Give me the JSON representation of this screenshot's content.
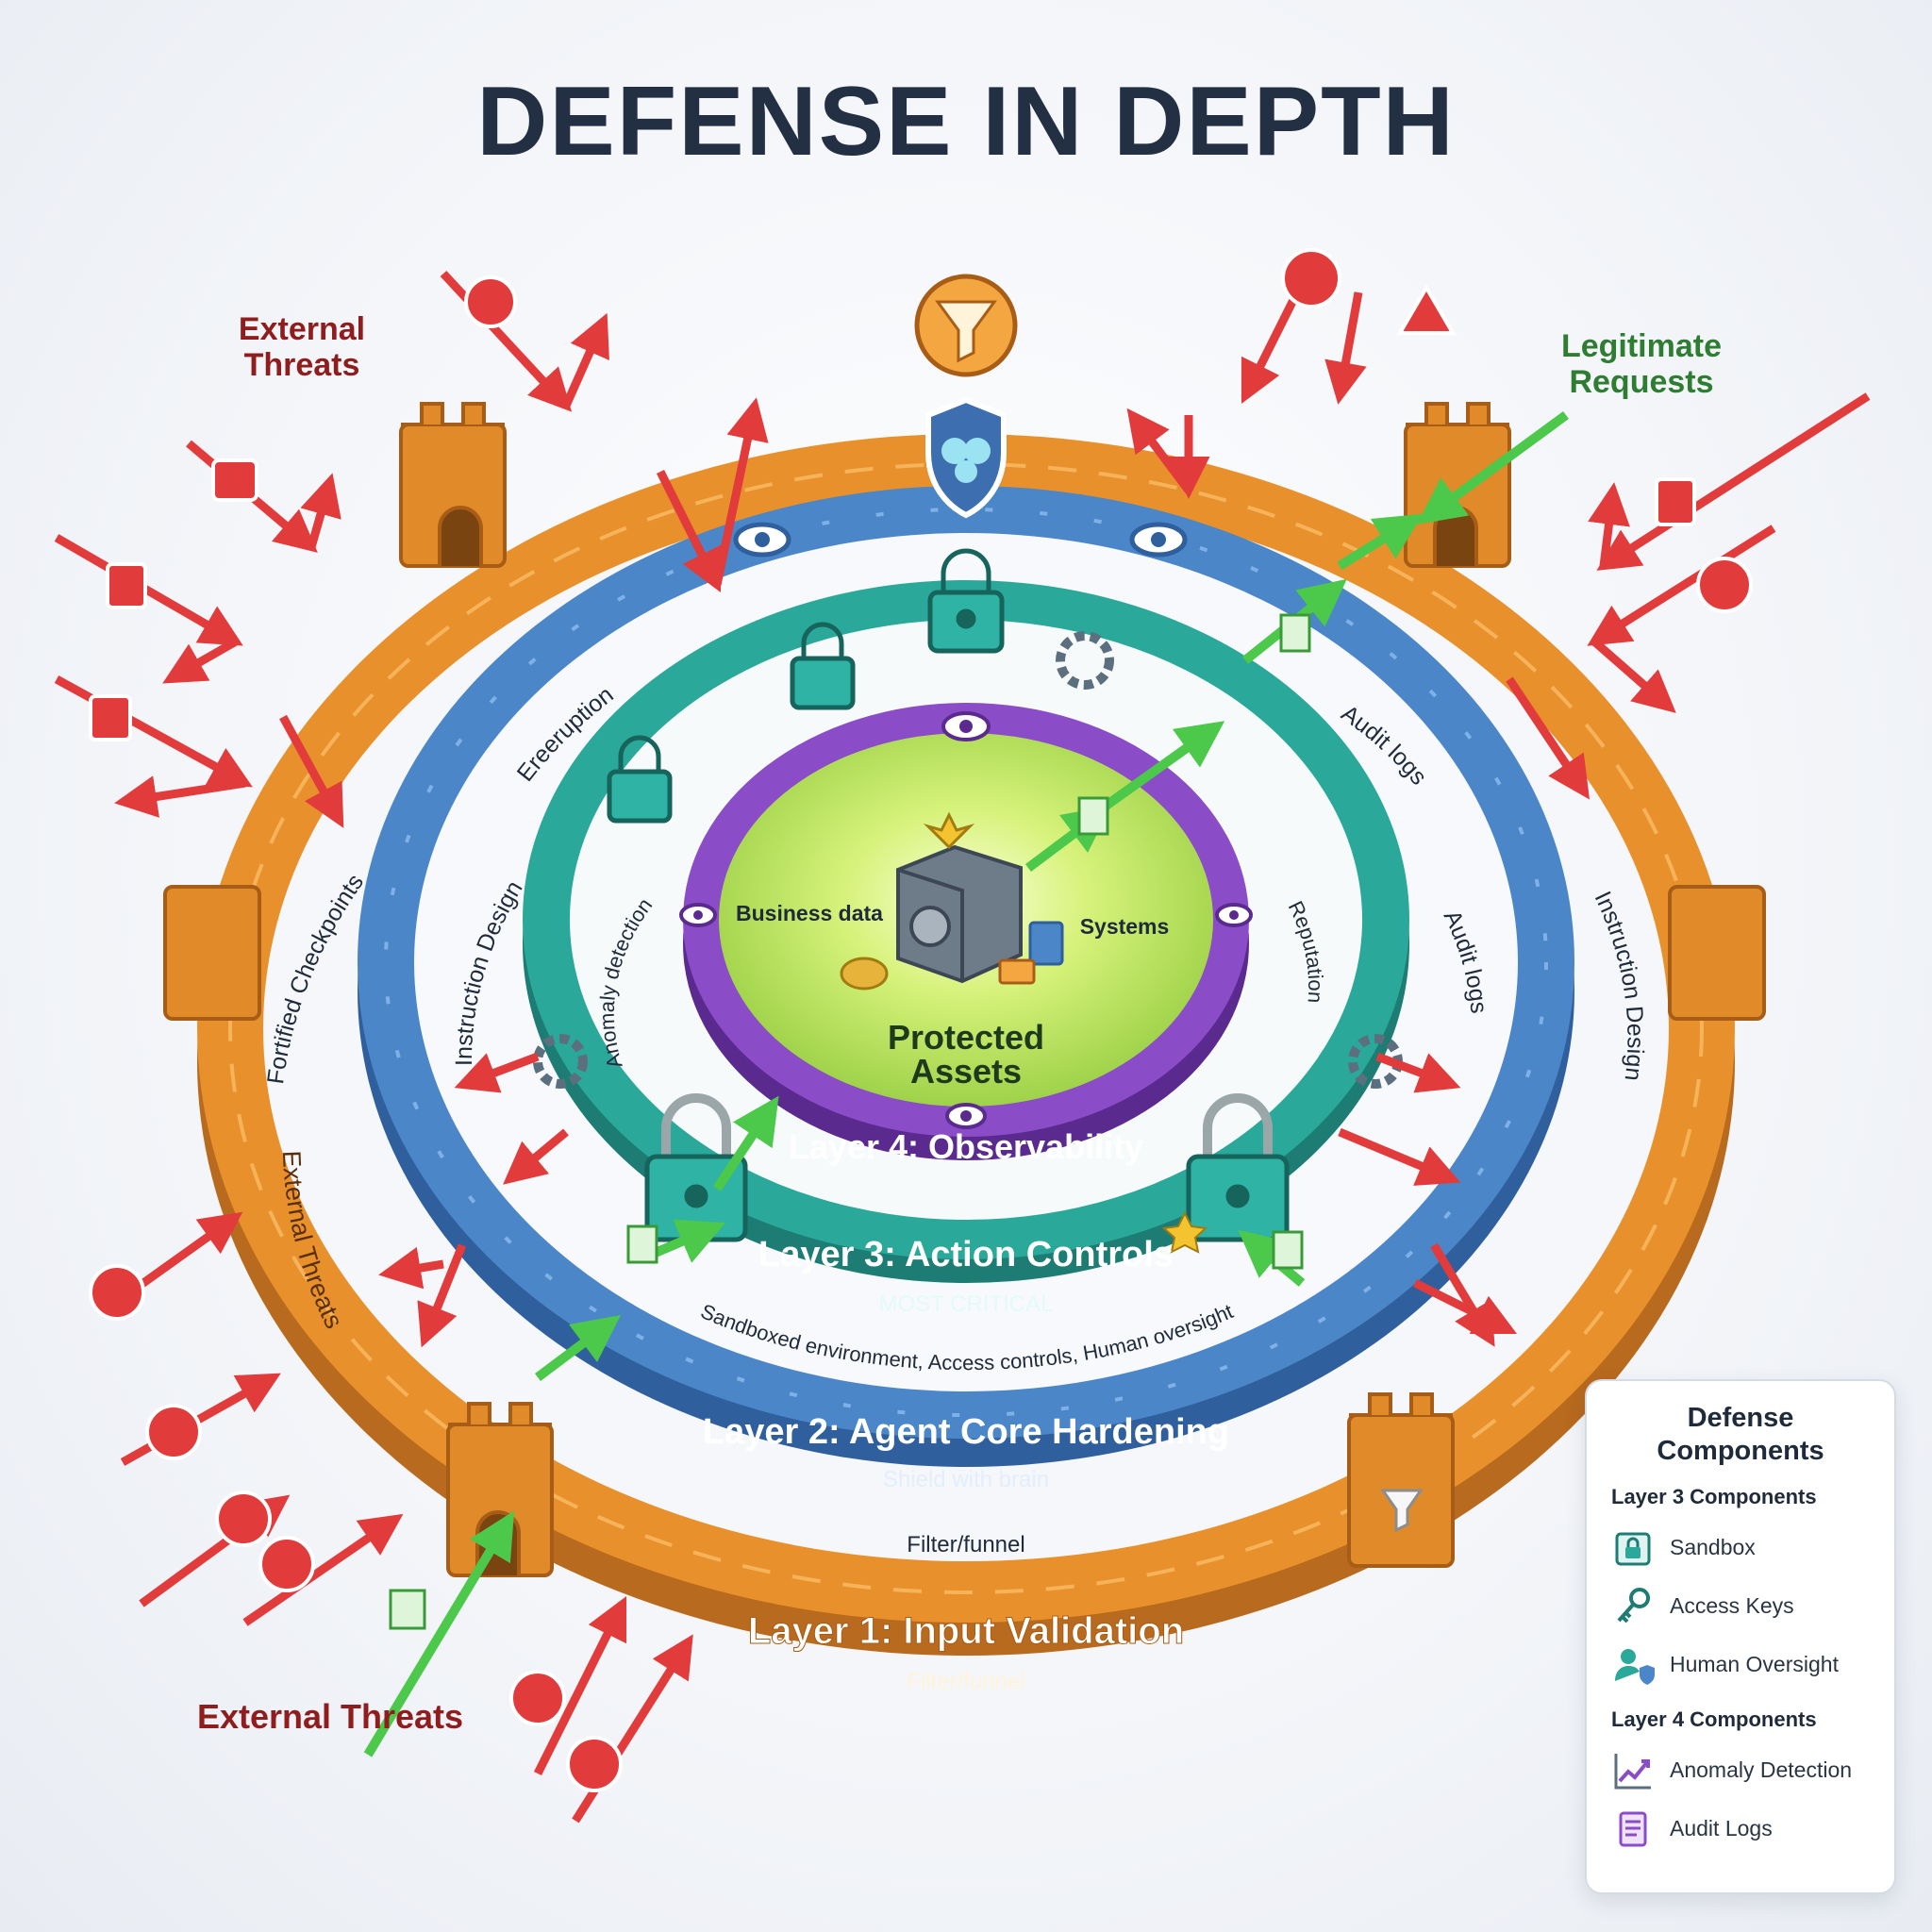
{
  "title": "DEFENSE IN DEPTH",
  "labels": {
    "external_threats_top": "External Threats",
    "external_threats_bottom": "External Threats",
    "legitimate_requests": "Legitimate Requests"
  },
  "layers": {
    "layer1": {
      "title": "Layer 1: Input Validation",
      "subtitle": "Filter/funnel",
      "extra": "Filter/funnel",
      "ring_text_left": "Fortified Checkpoints",
      "ring_text_bottom": "External Threats",
      "icon": "funnel-icon",
      "color": "#e8912c"
    },
    "layer2": {
      "title": "Layer 2: Agent Core Hardening",
      "subtitle": "Shield with brain",
      "ring_text_left": "Instruction Design",
      "ring_text_right": "Instruction Design",
      "ring_text_top_left": "Ereeruption",
      "icon": "brain-shield-icon",
      "color": "#4a86c8"
    },
    "layer3": {
      "title": "Layer 3: Action Controls",
      "subtitle": "MOST CRITICAL",
      "ring_text_bottom": "Sandboxed environment, Access controls, Human oversight",
      "ring_text_right": "Audit logs",
      "ring_text_right_2": "Audit logs",
      "icon": "padlock-icon",
      "color": "#2aa89a"
    },
    "layer4": {
      "title": "Layer 4: Observability",
      "ring_text_left": "Anomaly detection",
      "ring_text_right": "Reputation",
      "icon": "eye-icon",
      "color": "#8b4cc7"
    }
  },
  "core": {
    "title_line1": "Protected",
    "title_line2": "Assets",
    "left_label": "Business data",
    "right_label": "Systems",
    "icon": "crown-safe-icon"
  },
  "legend": {
    "title": "Defense Components",
    "groups": [
      {
        "name": "Layer 3 Components",
        "items": [
          {
            "label": "Sandbox",
            "icon": "sandbox-icon"
          },
          {
            "label": "Access Keys",
            "icon": "key-icon"
          },
          {
            "label": "Human Oversight",
            "icon": "user-shield-icon"
          }
        ]
      },
      {
        "name": "Layer 4 Components",
        "items": [
          {
            "label": "Anomaly Detection",
            "icon": "trend-chart-icon"
          },
          {
            "label": "Audit Logs",
            "icon": "scroll-icon"
          }
        ]
      }
    ]
  },
  "colors": {
    "threat": "#e23b3b",
    "legit": "#4cc84a",
    "layer1": "#e8912c",
    "layer2": "#4a86c8",
    "layer3": "#2aa89a",
    "layer4": "#8b4cc7",
    "core_glow": "#d6f27a"
  }
}
